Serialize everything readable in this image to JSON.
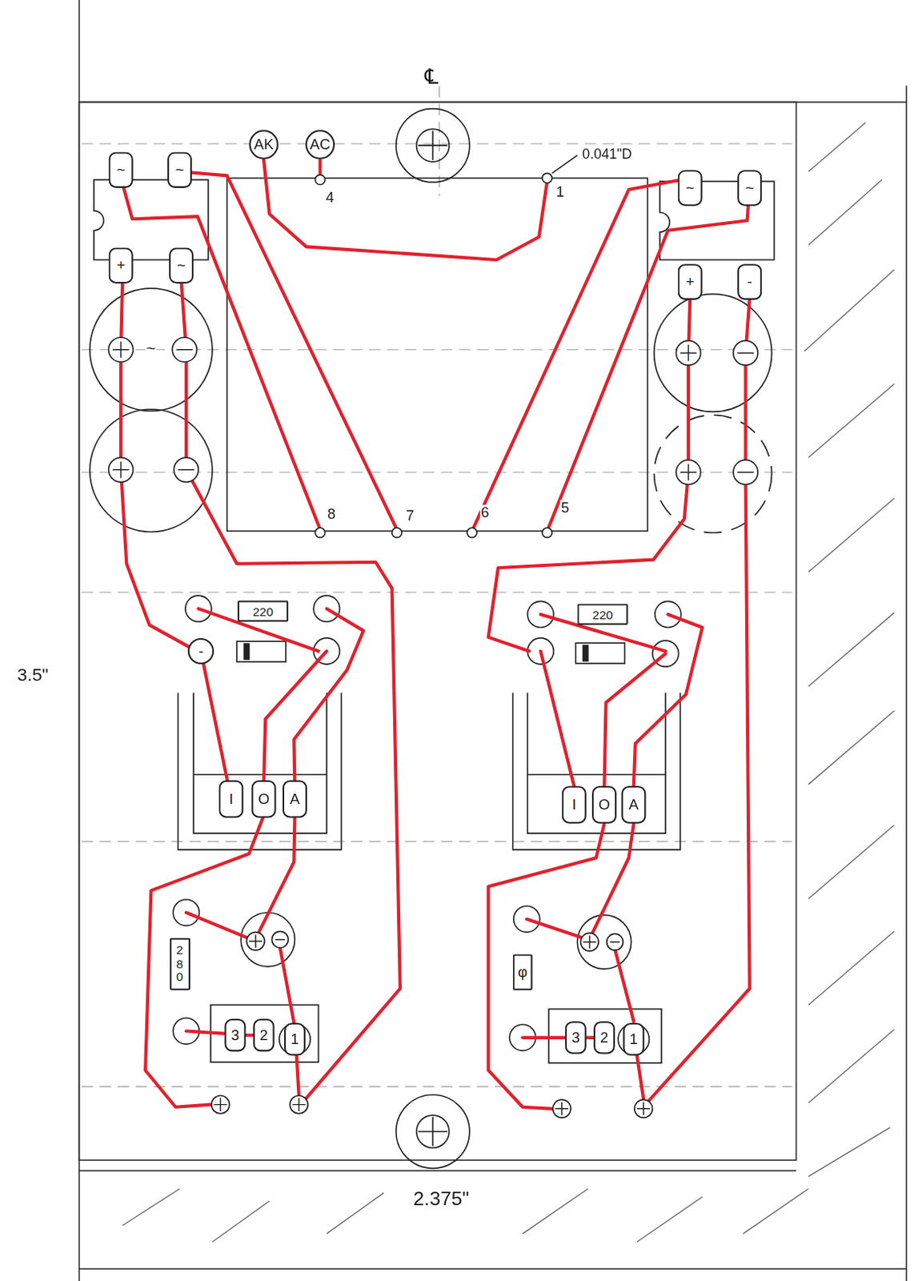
{
  "diagram": {
    "nodes": [
      {
        "text": [
          "AK"
        ]
      },
      {
        "text": [
          "AC"
        ]
      },
      {
        "text": [
          "~"
        ]
      },
      {
        "text": [
          "~"
        ]
      },
      {
        "text": [
          "~"
        ]
      },
      {
        "text": [
          "~"
        ]
      },
      {
        "text": [
          "+"
        ]
      },
      {
        "text": [
          "~"
        ]
      },
      {
        "text": [
          "+"
        ]
      },
      {
        "text": [
          "-"
        ]
      },
      {
        "text": [
          "220"
        ]
      },
      {
        "text": [
          "220"
        ]
      },
      {
        "text": [
          "-"
        ]
      },
      {
        "text": [
          "I"
        ]
      },
      {
        "text": [
          "O"
        ]
      },
      {
        "text": [
          "A"
        ]
      },
      {
        "text": [
          "I"
        ]
      },
      {
        "text": [
          "O"
        ]
      },
      {
        "text": [
          "A"
        ]
      },
      {
        "text": [
          "280"
        ]
      },
      {
        "text": [
          "φ"
        ]
      },
      {
        "text": [
          "3"
        ]
      },
      {
        "text": [
          "2"
        ]
      },
      {
        "text": [
          "1"
        ]
      },
      {
        "text": [
          "3"
        ]
      },
      {
        "text": [
          "2"
        ]
      },
      {
        "text": [
          "1"
        ]
      }
    ],
    "edges": [
      {
        "from": 12,
        "to": 13,
        "arrow": "none"
      },
      {
        "from": 21,
        "to": 22,
        "arrow": "none"
      },
      {
        "from": 24,
        "to": 25,
        "arrow": "none"
      }
    ],
    "labels": [
      "℄",
      "0.041\"D",
      "4",
      "1",
      "8",
      "7",
      "6",
      "5",
      "~",
      "3.5\"",
      "2.375\""
    ]
  }
}
